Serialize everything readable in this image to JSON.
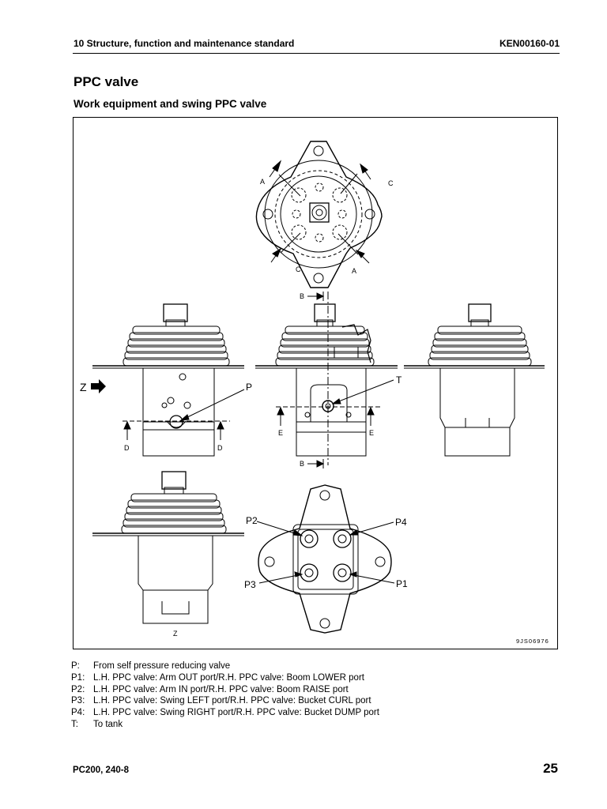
{
  "header": {
    "section": "10 Structure, function and maintenance standard",
    "doc_code": "KEN00160-01"
  },
  "title": "PPC valve",
  "subtitle": "Work equipment and swing PPC valve",
  "figure": {
    "labels": {
      "a": "A",
      "c": "C",
      "b": "B",
      "z": "Z",
      "p": "P",
      "t": "T",
      "d": "D",
      "e": "E",
      "p1": "P1",
      "p2": "P2",
      "p3": "P3",
      "p4": "P4",
      "code": "9JS06976"
    }
  },
  "legend": [
    {
      "key": "P:",
      "text": "From self pressure reducing valve"
    },
    {
      "key": "P1:",
      "text": "L.H. PPC valve:  Arm OUT port/R.H. PPC valve: Boom LOWER port"
    },
    {
      "key": "P2:",
      "text": "L.H. PPC valve:  Arm IN port/R.H. PPC valve: Boom RAISE port"
    },
    {
      "key": "P3:",
      "text": "L.H. PPC valve:  Swing LEFT port/R.H. PPC valve: Bucket CURL port"
    },
    {
      "key": "P4:",
      "text": "L.H. PPC valve:  Swing RIGHT port/R.H. PPC valve: Bucket DUMP port"
    },
    {
      "key": "T:",
      "text": "To tank"
    }
  ],
  "footer": {
    "model": "PC200, 240-8",
    "page": "25"
  }
}
